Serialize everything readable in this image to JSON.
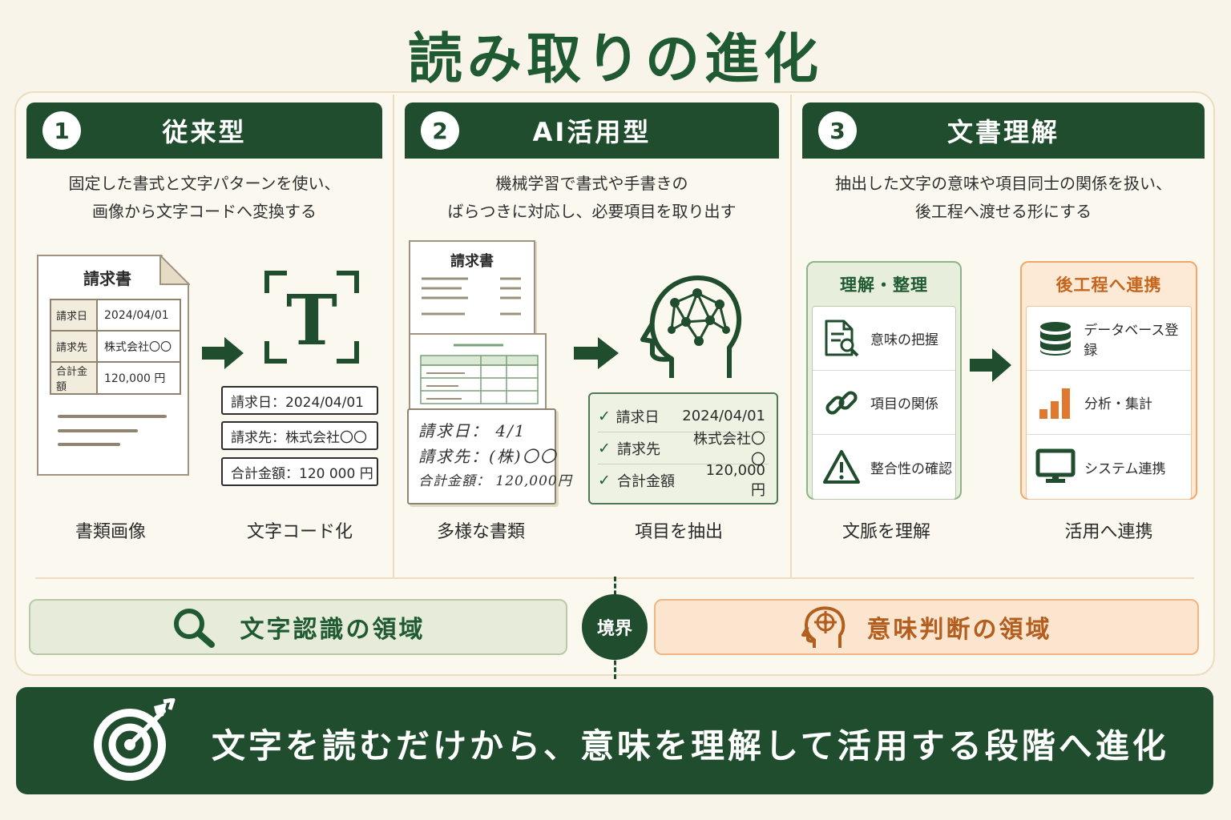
{
  "title": "読み取りの進化",
  "sections": [
    {
      "num": "1",
      "title": "従来型",
      "desc": [
        "固定した書式と文字パターンを使い、",
        "画像から文字コードへ変換する"
      ],
      "doc": {
        "title": "請求書",
        "rows": [
          {
            "label": "請求日",
            "value": "2024/04/01"
          },
          {
            "label": "請求先",
            "value": "株式会社〇〇"
          },
          {
            "label": "合計金額",
            "value": "120,000 円"
          }
        ]
      },
      "ocr_glyph": "T",
      "ocr_results": [
        "請求日：2024/04/01",
        "請求先：株式会社〇〇",
        "合計金額：120 000 円"
      ],
      "captions": [
        "書類画像",
        "文字コード化"
      ]
    },
    {
      "num": "2",
      "title": "AI活用型",
      "desc": [
        "機械学習で書式や手書きの",
        "ばらつきに対応し、必要項目を取り出す"
      ],
      "doc_title": "請求書",
      "handwriting": [
        "請求日： 4/1",
        "請求先：(株)〇〇",
        "合計金額： 120,000円"
      ],
      "extracted": [
        {
          "check": "✓",
          "label": "請求日",
          "value": "2024/04/01"
        },
        {
          "check": "✓",
          "label": "請求先",
          "value": "株式会社〇〇"
        },
        {
          "check": "✓",
          "label": "合計金額",
          "value": "120,000 円"
        }
      ],
      "captions": [
        "多様な書類",
        "項目を抽出"
      ]
    },
    {
      "num": "3",
      "title": "文書理解",
      "desc": [
        "抽出した文字の意味や項目同士の関係を扱い、",
        "後工程へ渡せる形にする"
      ],
      "understand": {
        "title": "理解・整理",
        "items": [
          {
            "icon": "document-search-icon",
            "label": "意味の把握"
          },
          {
            "icon": "link-icon",
            "label": "項目の関係"
          },
          {
            "icon": "warning-icon",
            "label": "整合性の確認"
          }
        ]
      },
      "integrate": {
        "title": "後工程へ連携",
        "items": [
          {
            "icon": "database-icon",
            "label": "データベース登録"
          },
          {
            "icon": "bar-chart-icon",
            "label": "分析・集計"
          },
          {
            "icon": "monitor-icon",
            "label": "システム連携"
          }
        ]
      },
      "captions": [
        "文脈を理解",
        "活用へ連携"
      ]
    }
  ],
  "bands": {
    "left": "文字認識の領域",
    "boundary": "境界",
    "right": "意味判断の領域"
  },
  "footer": "文字を読むだけから、意味を理解して活用する段階へ進化",
  "colors": {
    "dark_green": "#1f4d2e",
    "title_green": "#1f5a32",
    "orange": "#e0782e",
    "background": "#f8f4e9"
  }
}
